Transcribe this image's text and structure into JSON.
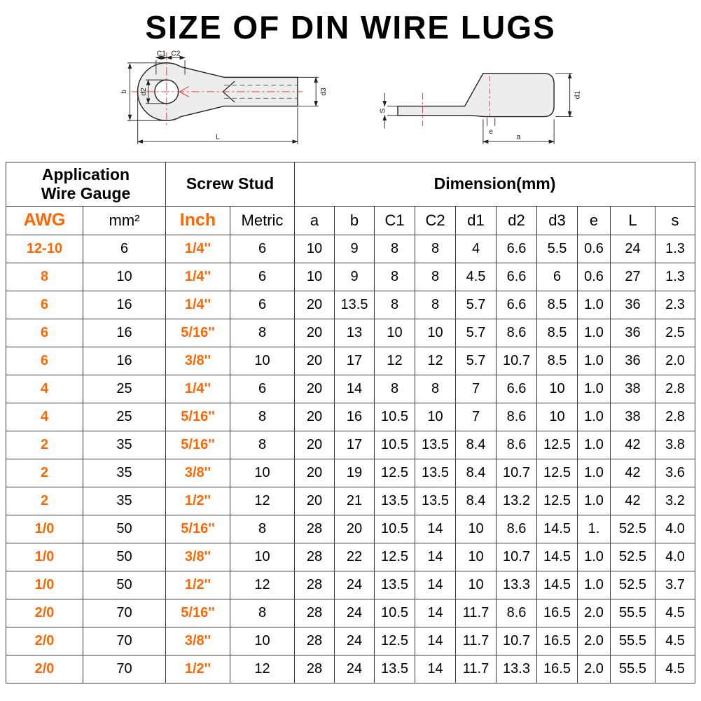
{
  "title": "SIZE OF DIN WIRE LUGS",
  "colors": {
    "accent": "#FF6600",
    "diagram_fill": "#EDEDED",
    "centerline_red": "#E03030"
  },
  "diagram": {
    "front_labels": {
      "c1": "C1",
      "c2": "C2",
      "b": "b",
      "d2": "d2",
      "d3": "d3",
      "L": "L"
    },
    "side_labels": {
      "s": "S",
      "e": "e",
      "a": "a",
      "d1": "d1"
    }
  },
  "table": {
    "group_headers": {
      "application": "Application\nWire Gauge",
      "screw_stud": "Screw Stud",
      "dimension": "Dimension(mm)"
    },
    "columns": [
      "AWG",
      "mm²",
      "Inch",
      "Metric",
      "a",
      "b",
      "C1",
      "C2",
      "d1",
      "d2",
      "d3",
      "e",
      "L",
      "s"
    ],
    "rows": [
      [
        "12-10",
        "6",
        "1/4''",
        "6",
        "10",
        "9",
        "8",
        "8",
        "4",
        "6.6",
        "5.5",
        "0.6",
        "24",
        "1.3"
      ],
      [
        "8",
        "10",
        "1/4''",
        "6",
        "10",
        "9",
        "8",
        "8",
        "4.5",
        "6.6",
        "6",
        "0.6",
        "27",
        "1.3"
      ],
      [
        "6",
        "16",
        "1/4''",
        "6",
        "20",
        "13.5",
        "8",
        "8",
        "5.7",
        "6.6",
        "8.5",
        "1.0",
        "36",
        "2.3"
      ],
      [
        "6",
        "16",
        "5/16''",
        "8",
        "20",
        "13",
        "10",
        "10",
        "5.7",
        "8.6",
        "8.5",
        "1.0",
        "36",
        "2.5"
      ],
      [
        "6",
        "16",
        "3/8''",
        "10",
        "20",
        "17",
        "12",
        "12",
        "5.7",
        "10.7",
        "8.5",
        "1.0",
        "36",
        "2.0"
      ],
      [
        "4",
        "25",
        "1/4''",
        "6",
        "20",
        "14",
        "8",
        "8",
        "7",
        "6.6",
        "10",
        "1.0",
        "38",
        "2.8"
      ],
      [
        "4",
        "25",
        "5/16''",
        "8",
        "20",
        "16",
        "10.5",
        "10",
        "7",
        "8.6",
        "10",
        "1.0",
        "38",
        "2.8"
      ],
      [
        "2",
        "35",
        "5/16''",
        "8",
        "20",
        "17",
        "10.5",
        "13.5",
        "8.4",
        "8.6",
        "12.5",
        "1.0",
        "42",
        "3.8"
      ],
      [
        "2",
        "35",
        "3/8''",
        "10",
        "20",
        "19",
        "12.5",
        "13.5",
        "8.4",
        "10.7",
        "12.5",
        "1.0",
        "42",
        "3.6"
      ],
      [
        "2",
        "35",
        "1/2''",
        "12",
        "20",
        "21",
        "13.5",
        "13.5",
        "8.4",
        "13.2",
        "12.5",
        "1.0",
        "42",
        "3.2"
      ],
      [
        "1/0",
        "50",
        "5/16''",
        "8",
        "28",
        "20",
        "10.5",
        "14",
        "10",
        "8.6",
        "14.5",
        "1.",
        "52.5",
        "4.0"
      ],
      [
        "1/0",
        "50",
        "3/8''",
        "10",
        "28",
        "22",
        "12.5",
        "14",
        "10",
        "10.7",
        "14.5",
        "1.0",
        "52.5",
        "4.0"
      ],
      [
        "1/0",
        "50",
        "1/2''",
        "12",
        "28",
        "24",
        "13.5",
        "14",
        "10",
        "13.3",
        "14.5",
        "1.0",
        "52.5",
        "3.7"
      ],
      [
        "2/0",
        "70",
        "5/16''",
        "8",
        "28",
        "24",
        "10.5",
        "14",
        "11.7",
        "8.6",
        "16.5",
        "2.0",
        "55.5",
        "4.5"
      ],
      [
        "2/0",
        "70",
        "3/8''",
        "10",
        "28",
        "24",
        "12.5",
        "14",
        "11.7",
        "10.7",
        "16.5",
        "2.0",
        "55.5",
        "4.5"
      ],
      [
        "2/0",
        "70",
        "1/2''",
        "12",
        "28",
        "24",
        "13.5",
        "14",
        "11.7",
        "13.3",
        "16.5",
        "2.0",
        "55.5",
        "4.5"
      ]
    ]
  }
}
